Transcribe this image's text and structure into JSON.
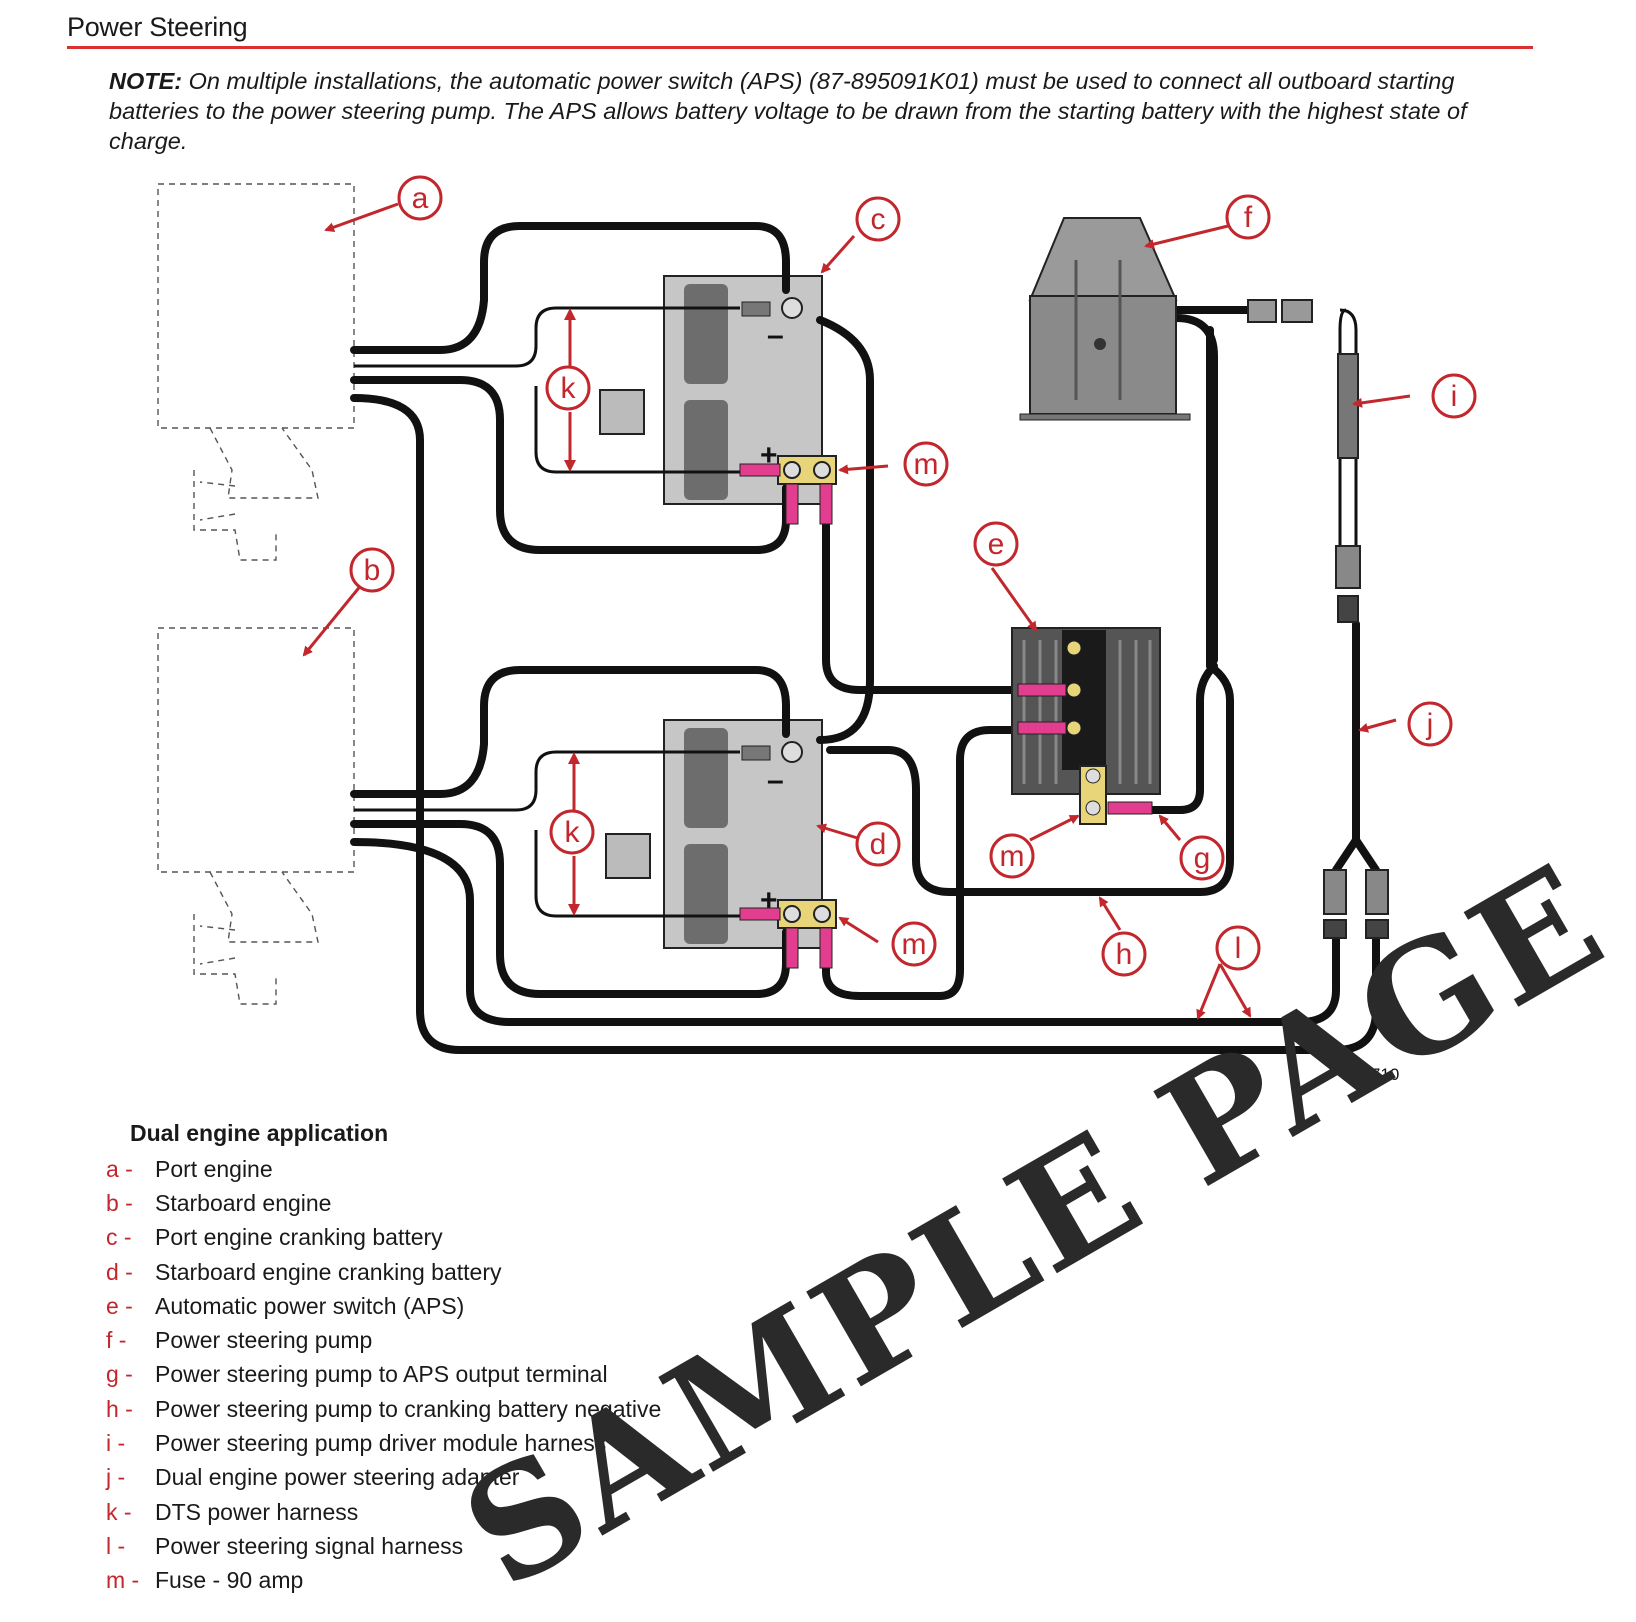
{
  "header": {
    "title": "Power Steering"
  },
  "note": {
    "label": "NOTE:",
    "text": " On multiple installations, the automatic power switch (APS) (87-895091K01) must be used to connect all outboard starting batteries to the power steering pump. The APS allows battery voltage to be drawn from the starting battery with the highest state of charge."
  },
  "diagram": {
    "figure_number": "29710",
    "minus_symbol": "–",
    "plus_symbol": "+",
    "callouts": [
      "a",
      "b",
      "c",
      "d",
      "e",
      "f",
      "g",
      "h",
      "i",
      "j",
      "k",
      "l",
      "m"
    ],
    "colors": {
      "wire": "#111111",
      "callout": "#c1272d",
      "fuse": "#e23d8f",
      "battery": "#c6c6c6",
      "bracket": "#e8d57a"
    }
  },
  "legend": {
    "title": "Dual engine application",
    "items": [
      {
        "key": "a -",
        "text": "Port engine"
      },
      {
        "key": "b -",
        "text": "Starboard engine"
      },
      {
        "key": "c -",
        "text": "Port engine cranking battery"
      },
      {
        "key": "d -",
        "text": "Starboard engine cranking battery"
      },
      {
        "key": "e -",
        "text": "Automatic power switch (APS)"
      },
      {
        "key": "f -",
        "text": "Power steering pump"
      },
      {
        "key": "g -",
        "text": "Power steering pump to APS output terminal"
      },
      {
        "key": "h -",
        "text": "Power steering pump to cranking battery negative"
      },
      {
        "key": "i -",
        "text": "Power steering pump driver module harness"
      },
      {
        "key": "j -",
        "text": "Dual engine power steering adapter"
      },
      {
        "key": "k -",
        "text": "DTS power harness"
      },
      {
        "key": "l -",
        "text": "Power steering signal harness"
      },
      {
        "key": "m -",
        "text": "Fuse - 90 amp"
      }
    ]
  },
  "watermark": {
    "text": "SAMPLE PAGE"
  }
}
